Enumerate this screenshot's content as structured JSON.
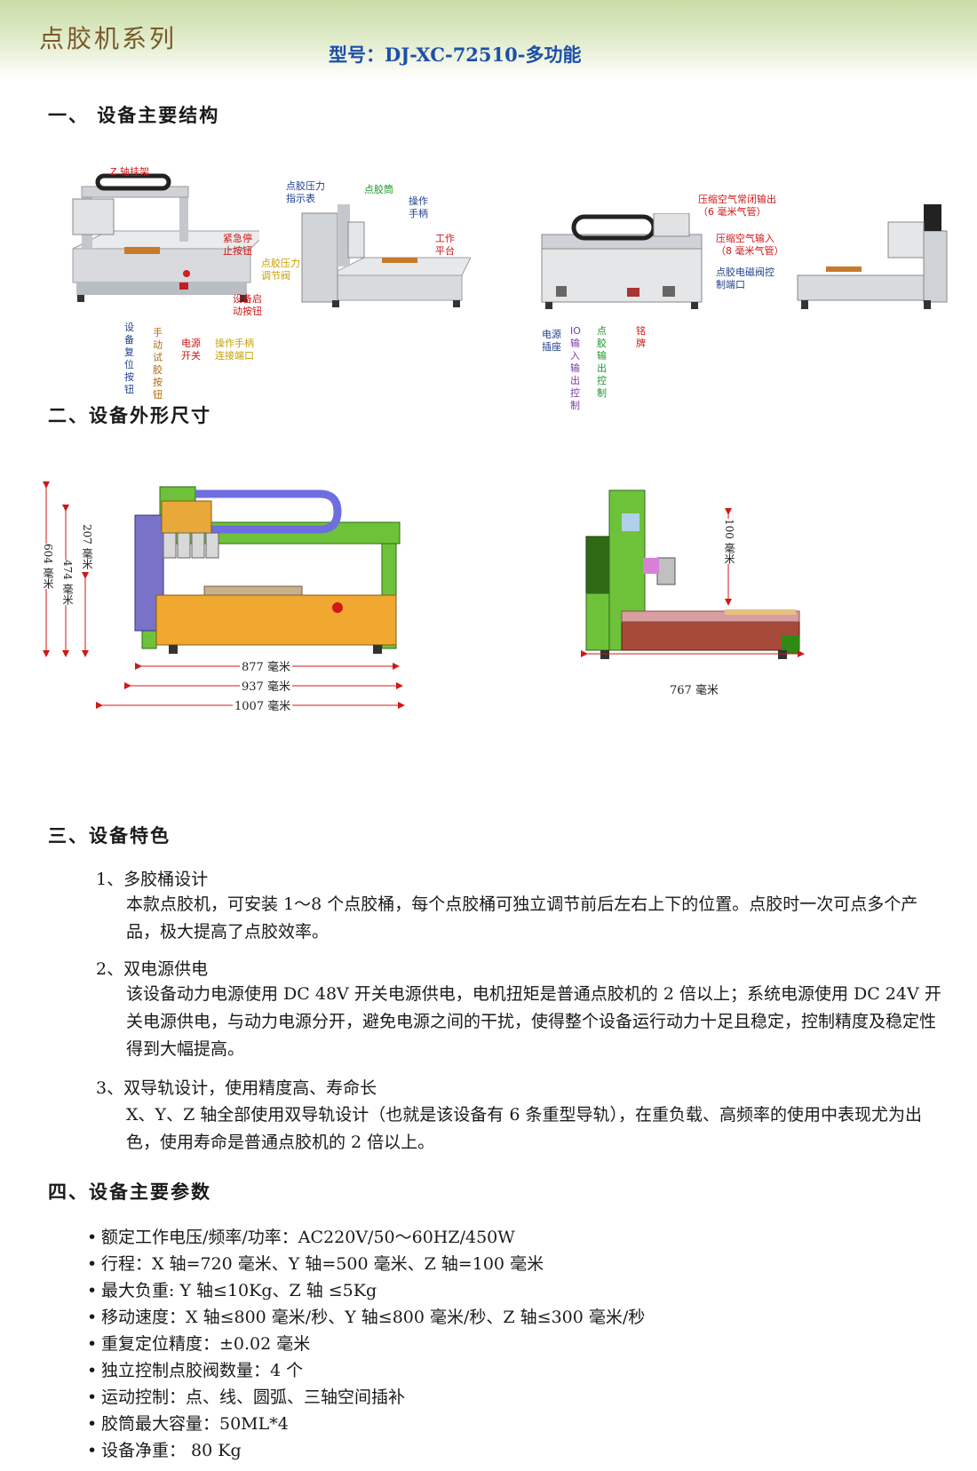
{
  "header": {
    "series": "点胶机系列",
    "model": "型号：DJ-XC-72510-多功能"
  },
  "sections": {
    "s1": "一、 设备主要结构",
    "s2": "二、设备外形尺寸",
    "s3": "三、设备特色",
    "s4": "四、设备主要参数"
  },
  "structure_labels": {
    "z_hanger": "Z 轴挂架",
    "estop": "紧急停止按钮",
    "start_btn": "设备启动按钮",
    "reset_btn": "设备复位按钮",
    "manual_btn": "手动试胶按钮",
    "power_switch": "电源开关",
    "handle_port": "操作手柄连接端口",
    "pressure_gauge": "点胶压力指示表",
    "glue_barrel": "点胶筒",
    "handle": "操作手柄",
    "platform": "工作平台",
    "pressure_valve": "点胶压力调节阀",
    "air_out": "压缩空气常闭输出（6 毫米气管）",
    "air_in": "压缩空气输入（8 毫米气管）",
    "valve_port": "点胶电磁阀控制端口",
    "power_socket": "电源插座",
    "io_ctrl": "IO 输入输出控制",
    "glue_out_ctrl": "点胶输出控制",
    "nameplate": "铭牌"
  },
  "dimensions": {
    "d604": "604 毫米",
    "d474": "474 毫米",
    "d207": "207 毫米",
    "d877": "877 毫米",
    "d937": "937 毫米",
    "d1007": "1007 毫米",
    "d767": "767 毫米",
    "d100": "100 毫米"
  },
  "features": [
    {
      "heading": "1、多胶桶设计",
      "body": "本款点胶机，可安装 1～8 个点胶桶，每个点胶桶可独立调节前后左右上下的位置。点胶时一次可点多个产品，极大提高了点胶效率。"
    },
    {
      "heading": "2、双电源供电",
      "body": "该设备动力电源使用 DC 48V 开关电源供电，电机扭矩是普通点胶机的 2 倍以上；系统电源使用 DC 24V 开关电源供电，与动力电源分开，避免电源之间的干扰，使得整个设备运行动力十足且稳定，控制精度及稳定性得到大幅提高。"
    },
    {
      "heading": "3、双导轨设计，使用精度高、寿命长",
      "body": "X、Y、Z 轴全部使用双导轨设计（也就是该设备有 6 条重型导轨），在重负载、高频率的使用中表现尤为出色，使用寿命是普通点胶机的 2 倍以上。"
    }
  ],
  "params": [
    "额定工作电压/频率/功率：AC220V/50～60HZ/450W",
    "行程：X 轴=720 毫米、Y 轴=500 毫米、Z 轴=100 毫米",
    "最大负重: Y 轴≤10Kg、Z 轴 ≤5Kg",
    "移动速度：X 轴≤800 毫米/秒、Y 轴≤800 毫米/秒、Z 轴≤300 毫米/秒",
    "重复定位精度：±0.02 毫米",
    "独立控制点胶阀数量：4 个",
    "运动控制：点、线、圆弧、三轴空间插补",
    "胶筒最大容量：50ML*4",
    "设备净重： 80 Kg"
  ],
  "bullet": "•"
}
